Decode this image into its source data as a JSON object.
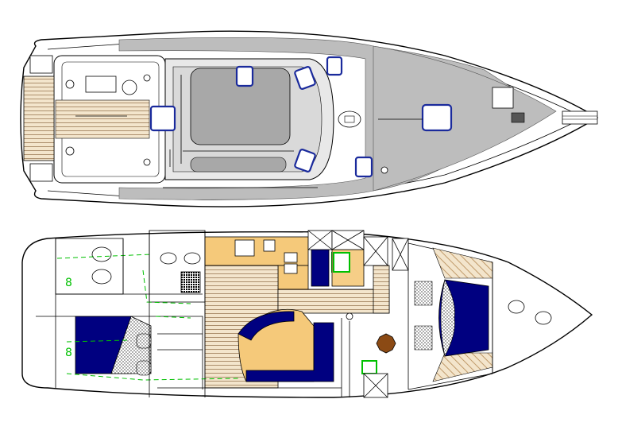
{
  "colors": {
    "background": "#ffffff",
    "outline": "#000000",
    "deck_gray": "#bdbdbd",
    "deck_gray_dark": "#9e9e9e",
    "teak_light": "#f3e5cc",
    "teak_line": "#9a7a55",
    "galley_tan": "#f5c97a",
    "upholstery_blue": "#000080",
    "hatch_blue": "#1a2a9c",
    "wiring_green": "#00c000",
    "table_brown": "#8b4a14"
  },
  "drawings": [
    {
      "id": "deck-plan",
      "view": "top"
    },
    {
      "id": "accommodation-plan",
      "view": "interior"
    }
  ]
}
